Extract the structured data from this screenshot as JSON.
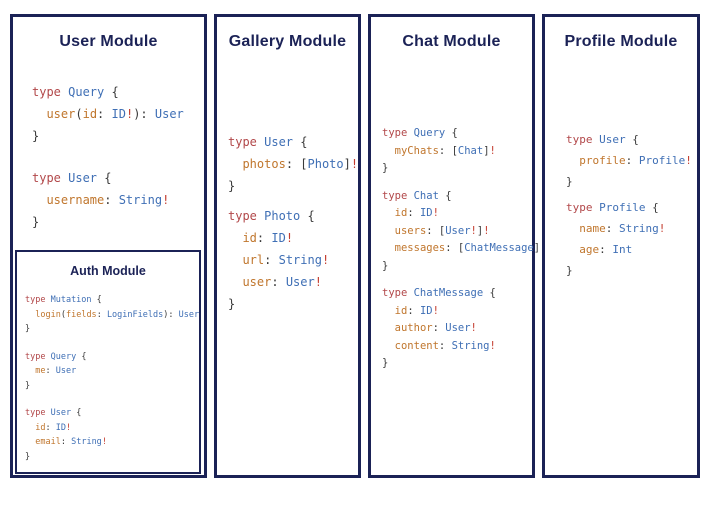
{
  "colors": {
    "border_navy": "#1b2256",
    "title_navy": "#1b2256",
    "keyword_red": "#b2484a",
    "type_blue": "#3f6fb5",
    "field_orange": "#c0762d",
    "punct_gray": "#3a3a3a",
    "bang_red": "#c43d2f",
    "background": "#ffffff"
  },
  "panels": [
    {
      "id": "user-module",
      "title": "User Module",
      "blocks": [
        [
          [
            [
              "k",
              "type "
            ],
            [
              "t",
              "Query "
            ],
            [
              "p",
              "{"
            ]
          ],
          [
            [
              "p",
              "  "
            ],
            [
              "f",
              "user"
            ],
            [
              "p",
              "("
            ],
            [
              "f",
              "id"
            ],
            [
              "p",
              ": "
            ],
            [
              "t",
              "ID"
            ],
            [
              "b",
              "!"
            ],
            [
              "p",
              "): "
            ],
            [
              "t",
              "User"
            ]
          ],
          [
            [
              "p",
              "}"
            ]
          ]
        ],
        [
          [
            [
              "k",
              "type "
            ],
            [
              "t",
              "User "
            ],
            [
              "p",
              "{"
            ]
          ],
          [
            [
              "p",
              "  "
            ],
            [
              "f",
              "username"
            ],
            [
              "p",
              ": "
            ],
            [
              "t",
              "String"
            ],
            [
              "b",
              "!"
            ]
          ],
          [
            [
              "p",
              "}"
            ]
          ]
        ]
      ],
      "sub": {
        "id": "auth-module",
        "title": "Auth Module",
        "blocks": [
          [
            [
              [
                "k",
                "type "
              ],
              [
                "t",
                "Mutation "
              ],
              [
                "p",
                "{"
              ]
            ],
            [
              [
                "p",
                "  "
              ],
              [
                "f",
                "login"
              ],
              [
                "p",
                "("
              ],
              [
                "f",
                "fields"
              ],
              [
                "p",
                ": "
              ],
              [
                "t",
                "LoginFields"
              ],
              [
                "p",
                "): "
              ],
              [
                "t",
                "User"
              ]
            ],
            [
              [
                "p",
                "}"
              ]
            ]
          ],
          [
            [
              [
                "k",
                "type "
              ],
              [
                "t",
                "Query "
              ],
              [
                "p",
                "{"
              ]
            ],
            [
              [
                "p",
                "  "
              ],
              [
                "f",
                "me"
              ],
              [
                "p",
                ": "
              ],
              [
                "t",
                "User"
              ]
            ],
            [
              [
                "p",
                "}"
              ]
            ]
          ],
          [
            [
              [
                "k",
                "type "
              ],
              [
                "t",
                "User "
              ],
              [
                "p",
                "{"
              ]
            ],
            [
              [
                "p",
                "  "
              ],
              [
                "f",
                "id"
              ],
              [
                "p",
                ": "
              ],
              [
                "t",
                "ID"
              ],
              [
                "b",
                "!"
              ]
            ],
            [
              [
                "p",
                "  "
              ],
              [
                "f",
                "email"
              ],
              [
                "p",
                ": "
              ],
              [
                "t",
                "String"
              ],
              [
                "b",
                "!"
              ]
            ],
            [
              [
                "p",
                "}"
              ]
            ]
          ]
        ]
      }
    },
    {
      "id": "gallery-module",
      "title": "Gallery Module",
      "blocks": [
        [
          [
            [
              "k",
              "type "
            ],
            [
              "t",
              "User "
            ],
            [
              "p",
              "{"
            ]
          ],
          [
            [
              "p",
              "  "
            ],
            [
              "f",
              "photos"
            ],
            [
              "p",
              ": ["
            ],
            [
              "t",
              "Photo"
            ],
            [
              "p",
              "]"
            ],
            [
              "b",
              "!"
            ]
          ],
          [
            [
              "p",
              "}"
            ]
          ]
        ],
        [
          [
            [
              "k",
              "type "
            ],
            [
              "t",
              "Photo "
            ],
            [
              "p",
              "{"
            ]
          ],
          [
            [
              "p",
              "  "
            ],
            [
              "f",
              "id"
            ],
            [
              "p",
              ": "
            ],
            [
              "t",
              "ID"
            ],
            [
              "b",
              "!"
            ]
          ],
          [
            [
              "p",
              "  "
            ],
            [
              "f",
              "url"
            ],
            [
              "p",
              ": "
            ],
            [
              "t",
              "String"
            ],
            [
              "b",
              "!"
            ]
          ],
          [
            [
              "p",
              "  "
            ],
            [
              "f",
              "user"
            ],
            [
              "p",
              ": "
            ],
            [
              "t",
              "User"
            ],
            [
              "b",
              "!"
            ]
          ],
          [
            [
              "p",
              "}"
            ]
          ]
        ]
      ]
    },
    {
      "id": "chat-module",
      "title": "Chat Module",
      "blocks": [
        [
          [
            [
              "k",
              "type "
            ],
            [
              "t",
              "Query "
            ],
            [
              "p",
              "{"
            ]
          ],
          [
            [
              "p",
              "  "
            ],
            [
              "f",
              "myChats"
            ],
            [
              "p",
              ": ["
            ],
            [
              "t",
              "Chat"
            ],
            [
              "p",
              "]"
            ],
            [
              "b",
              "!"
            ]
          ],
          [
            [
              "p",
              "}"
            ]
          ]
        ],
        [
          [
            [
              "k",
              "type "
            ],
            [
              "t",
              "Chat "
            ],
            [
              "p",
              "{"
            ]
          ],
          [
            [
              "p",
              "  "
            ],
            [
              "f",
              "id"
            ],
            [
              "p",
              ": "
            ],
            [
              "t",
              "ID"
            ],
            [
              "b",
              "!"
            ]
          ],
          [
            [
              "p",
              "  "
            ],
            [
              "f",
              "users"
            ],
            [
              "p",
              ": ["
            ],
            [
              "t",
              "User"
            ],
            [
              "b",
              "!"
            ],
            [
              "p",
              "]"
            ],
            [
              "b",
              "!"
            ]
          ],
          [
            [
              "p",
              "  "
            ],
            [
              "f",
              "messages"
            ],
            [
              "p",
              ": ["
            ],
            [
              "t",
              "ChatMessage"
            ],
            [
              "p",
              "]"
            ],
            [
              "b",
              "!"
            ]
          ],
          [
            [
              "p",
              "}"
            ]
          ]
        ],
        [
          [
            [
              "k",
              "type "
            ],
            [
              "t",
              "ChatMessage "
            ],
            [
              "p",
              "{"
            ]
          ],
          [
            [
              "p",
              "  "
            ],
            [
              "f",
              "id"
            ],
            [
              "p",
              ": "
            ],
            [
              "t",
              "ID"
            ],
            [
              "b",
              "!"
            ]
          ],
          [
            [
              "p",
              "  "
            ],
            [
              "f",
              "author"
            ],
            [
              "p",
              ": "
            ],
            [
              "t",
              "User"
            ],
            [
              "b",
              "!"
            ]
          ],
          [
            [
              "p",
              "  "
            ],
            [
              "f",
              "content"
            ],
            [
              "p",
              ": "
            ],
            [
              "t",
              "String"
            ],
            [
              "b",
              "!"
            ]
          ],
          [
            [
              "p",
              "}"
            ]
          ]
        ]
      ]
    },
    {
      "id": "profile-module",
      "title": "Profile Module",
      "blocks": [
        [
          [
            [
              "k",
              "type "
            ],
            [
              "t",
              "User "
            ],
            [
              "p",
              "{"
            ]
          ],
          [
            [
              "p",
              "  "
            ],
            [
              "f",
              "profile"
            ],
            [
              "p",
              ": "
            ],
            [
              "t",
              "Profile"
            ],
            [
              "b",
              "!"
            ]
          ],
          [
            [
              "p",
              "}"
            ]
          ]
        ],
        [
          [
            [
              "k",
              "type "
            ],
            [
              "t",
              "Profile "
            ],
            [
              "p",
              "{"
            ]
          ],
          [
            [
              "p",
              "  "
            ],
            [
              "f",
              "name"
            ],
            [
              "p",
              ": "
            ],
            [
              "t",
              "String"
            ],
            [
              "b",
              "!"
            ]
          ],
          [
            [
              "p",
              "  "
            ],
            [
              "f",
              "age"
            ],
            [
              "p",
              ": "
            ],
            [
              "t",
              "Int"
            ]
          ],
          [
            [
              "p",
              "}"
            ]
          ]
        ]
      ]
    }
  ]
}
